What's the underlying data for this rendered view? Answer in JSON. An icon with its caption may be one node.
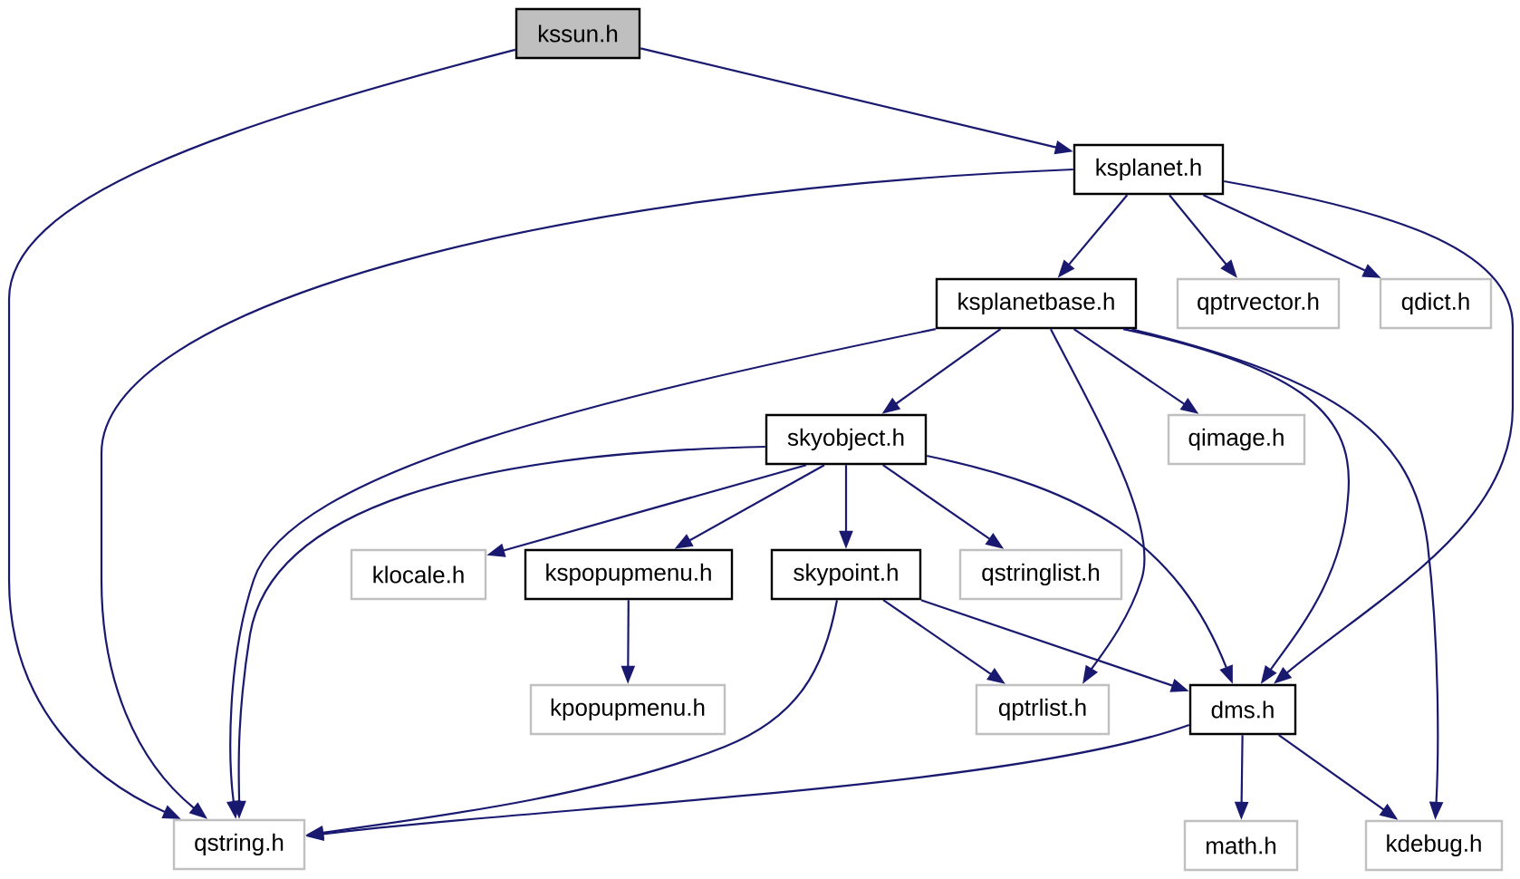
{
  "diagram": {
    "nodes": [
      {
        "text": [
          "kssun.h"
        ]
      },
      {
        "text": [
          "ksplanet.h"
        ]
      },
      {
        "text": [
          "ksplanetbase.h"
        ]
      },
      {
        "text": [
          "qptrvector.h"
        ]
      },
      {
        "text": [
          "qdict.h"
        ]
      },
      {
        "text": [
          "skyobject.h"
        ]
      },
      {
        "text": [
          "qimage.h"
        ]
      },
      {
        "text": [
          "klocale.h"
        ]
      },
      {
        "text": [
          "kspopupmenu.h"
        ]
      },
      {
        "text": [
          "skypoint.h"
        ]
      },
      {
        "text": [
          "qstringlist.h"
        ]
      },
      {
        "text": [
          "kpopupmenu.h"
        ]
      },
      {
        "text": [
          "qptrlist.h"
        ]
      },
      {
        "text": [
          "dms.h"
        ]
      },
      {
        "text": [
          "qstring.h"
        ]
      },
      {
        "text": [
          "math.h"
        ]
      },
      {
        "text": [
          "kdebug.h"
        ]
      }
    ],
    "edges": [
      {
        "from": 0,
        "to": 1,
        "arrow": "to"
      },
      {
        "from": 0,
        "to": 14,
        "arrow": "to"
      },
      {
        "from": 1,
        "to": 14,
        "arrow": "to"
      },
      {
        "from": 1,
        "to": 2,
        "arrow": "to"
      },
      {
        "from": 1,
        "to": 3,
        "arrow": "to"
      },
      {
        "from": 1,
        "to": 4,
        "arrow": "to"
      },
      {
        "from": 1,
        "to": 13,
        "arrow": "to"
      },
      {
        "from": 2,
        "to": 14,
        "arrow": "to"
      },
      {
        "from": 2,
        "to": 5,
        "arrow": "to"
      },
      {
        "from": 2,
        "to": 6,
        "arrow": "to"
      },
      {
        "from": 2,
        "to": 12,
        "arrow": "to"
      },
      {
        "from": 2,
        "to": 13,
        "arrow": "to"
      },
      {
        "from": 2,
        "to": 16,
        "arrow": "to"
      },
      {
        "from": 5,
        "to": 14,
        "arrow": "to"
      },
      {
        "from": 5,
        "to": 7,
        "arrow": "to"
      },
      {
        "from": 5,
        "to": 8,
        "arrow": "to"
      },
      {
        "from": 5,
        "to": 9,
        "arrow": "to"
      },
      {
        "from": 5,
        "to": 10,
        "arrow": "to"
      },
      {
        "from": 5,
        "to": 13,
        "arrow": "to"
      },
      {
        "from": 8,
        "to": 11,
        "arrow": "to"
      },
      {
        "from": 9,
        "to": 14,
        "arrow": "to"
      },
      {
        "from": 9,
        "to": 12,
        "arrow": "to"
      },
      {
        "from": 9,
        "to": 13,
        "arrow": "to"
      },
      {
        "from": 13,
        "to": 14,
        "arrow": "to"
      },
      {
        "from": 13,
        "to": 15,
        "arrow": "to"
      },
      {
        "from": 13,
        "to": 16,
        "arrow": "to"
      }
    ]
  }
}
